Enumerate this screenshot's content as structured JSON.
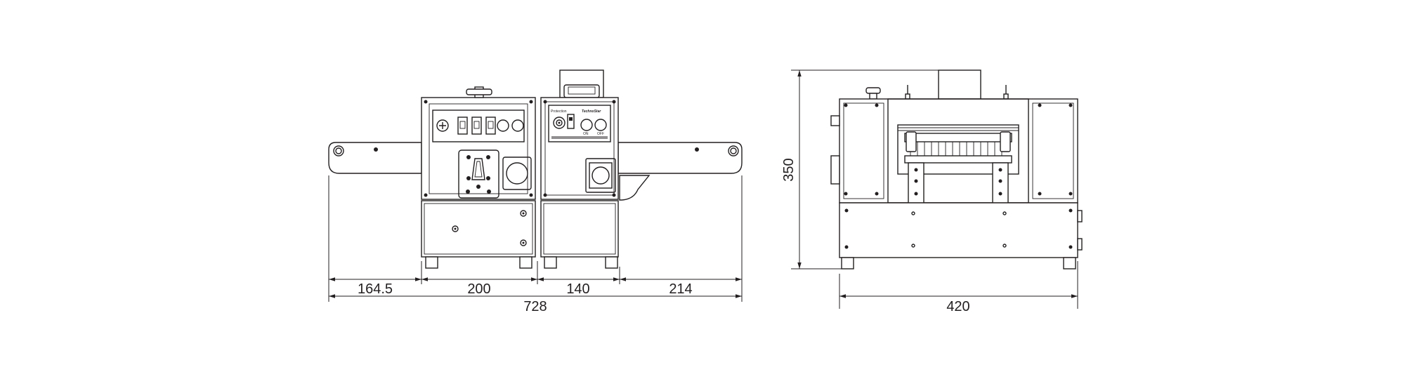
{
  "front_view": {
    "dimensions": {
      "left_wing": "164.5",
      "left_body": "200",
      "right_body": "140",
      "right_wing": "214",
      "overall_width": "728"
    },
    "panel_labels": {
      "brand_small": "Protection",
      "brand_script": "TechnoStar",
      "button_a": "ON",
      "button_b": "OFF"
    }
  },
  "side_view": {
    "dimensions": {
      "height": "350",
      "depth": "420"
    }
  },
  "colors": {
    "line": "#231f20",
    "background": "#ffffff"
  }
}
